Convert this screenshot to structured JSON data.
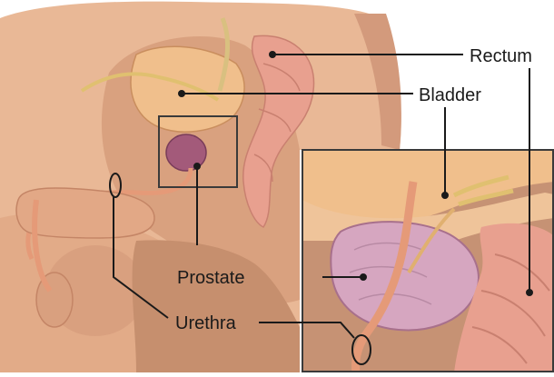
{
  "labels": {
    "rectum": "Rectum",
    "bladder": "Bladder",
    "prostate": "Prostate",
    "urethra": "Urethra"
  },
  "colors": {
    "skin": "#e9b896",
    "skin_shadow": "#c98e6f",
    "inner_body": "#b88a6a",
    "bladder": "#f0bf8c",
    "rectum": "#e8a08f",
    "prostate": "#a35a7a",
    "prostate_inset": "#d6a6c0",
    "urethra": "#e59a78",
    "line": "#1a1a1a",
    "inset_border": "#3a3a3a"
  }
}
